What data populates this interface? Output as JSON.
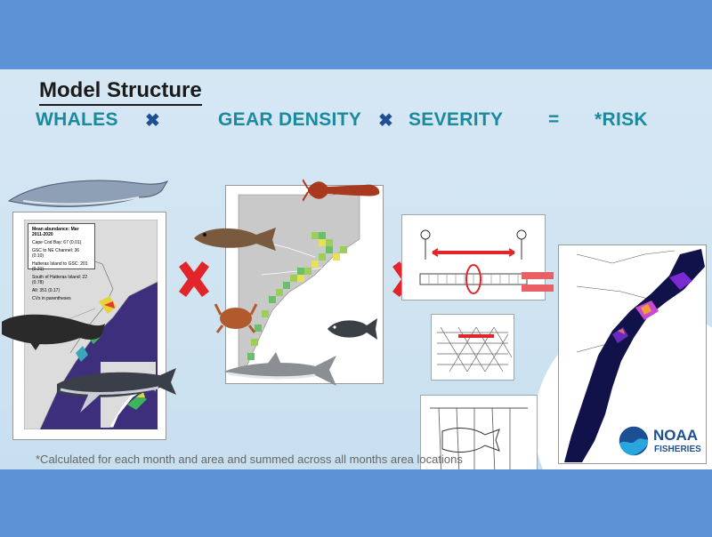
{
  "title": "Model Structure",
  "equation": {
    "term1": "WHALES",
    "op1": "✖",
    "term2": "GEAR DENSITY",
    "op2": "✖",
    "term3": "SEVERITY",
    "equals": "=",
    "result": "*RISK"
  },
  "footnote": "*Calculated for each month and area and summed across all months area locations",
  "logo": {
    "name": "NOAA",
    "sub": "FISHERIES"
  },
  "whale_map": {
    "heading": "Mean abundance: Mar 2011-2020",
    "line1": "Cape Cod Bay: 67 (0.01)",
    "line2": "GSC to NE Channel: 36 (0.10)",
    "line3": "Hatteras Island to GSC: 201 (0.21)",
    "line4": "South of Hatteras Island: 22 (0.78)",
    "all": "All: 351 (0.17)",
    "cv": "CVs in parentheses"
  },
  "colors": {
    "accent_teal": "#1a8a9c",
    "operator_blue": "#1d4f93",
    "red_x": "#e2242b",
    "equals_pink": "#ea5f63",
    "band_blue": "#5b93d6"
  }
}
